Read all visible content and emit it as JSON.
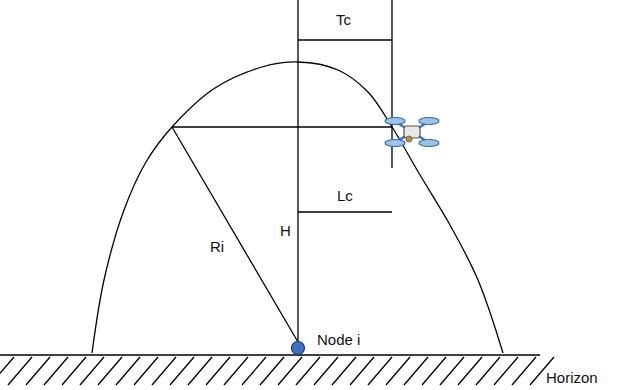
{
  "diagram": {
    "nodes": [
      {
        "text": [
          "Node i"
        ]
      }
    ],
    "labels": [
      "Tc",
      "H",
      "Lc",
      "Ri",
      "Horizon"
    ]
  }
}
